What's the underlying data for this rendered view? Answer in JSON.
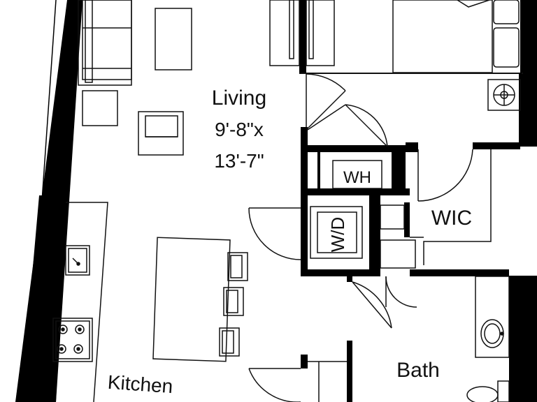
{
  "rooms": {
    "living": {
      "name": "Living",
      "dim_line1": "9'-8\"x",
      "dim_line2": "13'-7\""
    },
    "wic": {
      "name": "WIC"
    },
    "bath": {
      "name": "Bath"
    },
    "kitchen": {
      "name": "Kitchen"
    }
  },
  "fixtures": {
    "water_heater": "WH",
    "washer_dryer": "W/D"
  },
  "colors": {
    "wall": "#000000",
    "line": "#111111",
    "background": "#ffffff"
  }
}
